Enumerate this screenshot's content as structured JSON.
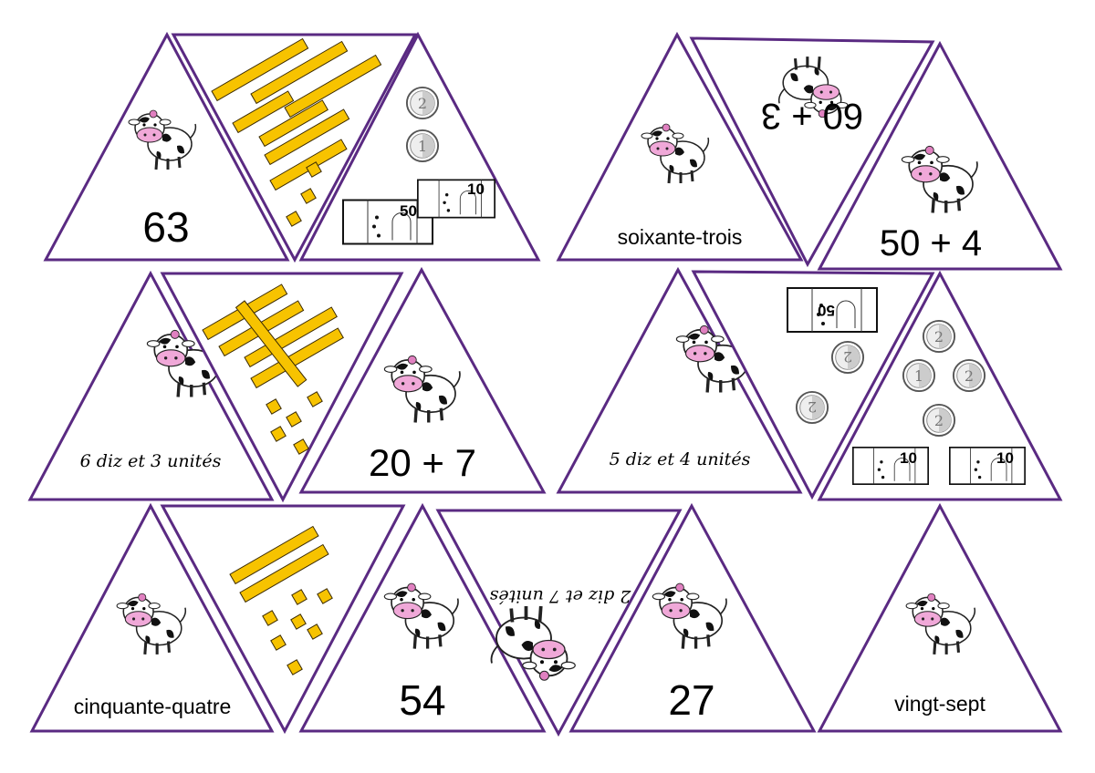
{
  "colors": {
    "border": "#5a2a82",
    "tens_bar": "#f7c300",
    "cow_pink": "#f0a8d8"
  },
  "cards": {
    "t1": {
      "text": "63",
      "icon": "cow-icon"
    },
    "t2": {
      "tens": 6,
      "units": 3
    },
    "t3": {
      "coins": [
        "2",
        "1"
      ],
      "notes": [
        "50",
        "10"
      ]
    },
    "t4": {
      "text": "soixante-trois",
      "icon": "cow-icon"
    },
    "t5": {
      "text": "60 + 3",
      "icon": "cow-icon"
    },
    "t6": {
      "text": "50 + 4",
      "icon": "cow-icon"
    },
    "t7": {
      "text": "6 diz et 3 unités",
      "icon": "cow-icon"
    },
    "t8": {
      "tens": 5,
      "units": 5
    },
    "t9": {
      "text": "20 + 7",
      "icon": "cow-icon"
    },
    "t10": {
      "text": "5 diz et 4 unités",
      "icon": "cow-icon"
    },
    "t11": {
      "coins": [
        "2",
        "2"
      ],
      "notes": [
        "50"
      ]
    },
    "t12": {
      "coins": [
        "2",
        "1",
        "2",
        "2"
      ],
      "notes": [
        "10",
        "10"
      ]
    },
    "t13": {
      "text": "cinquante-quatre",
      "icon": "cow-icon"
    },
    "t14": {
      "tens": 2,
      "units": 7
    },
    "t15": {
      "text": "54",
      "icon": "cow-icon"
    },
    "t16": {
      "text": "2 diz et 7 unités",
      "icon": "cow-icon"
    },
    "t17": {
      "text": "27",
      "icon": "cow-icon"
    },
    "t18": {
      "text": "vingt-sept",
      "icon": "cow-icon"
    }
  }
}
